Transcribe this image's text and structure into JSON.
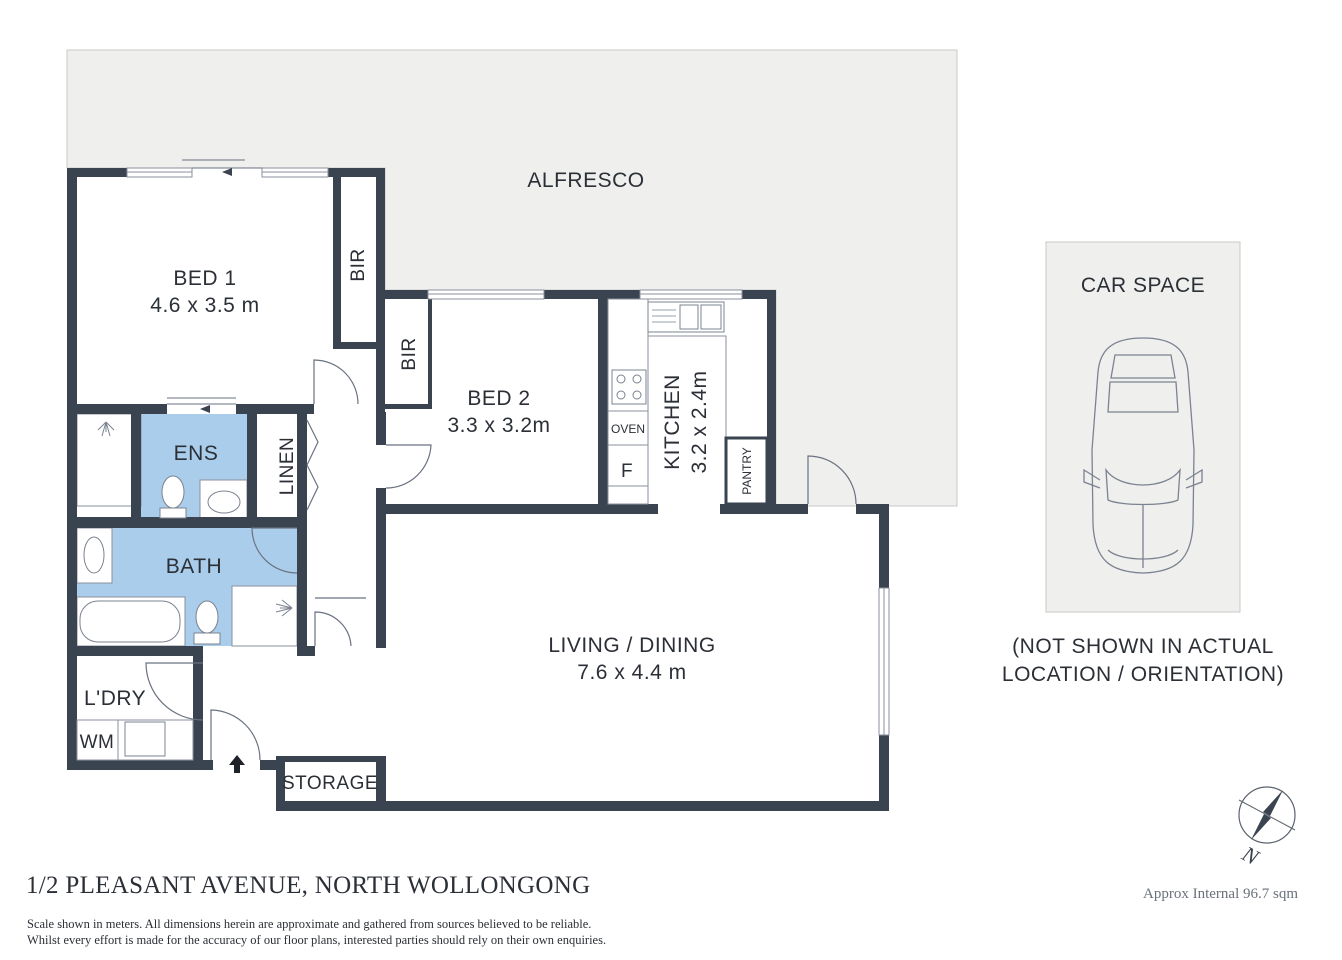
{
  "labels": {
    "alfresco": "ALFRESCO",
    "bed1": "BED 1",
    "bed1_size": "4.6 x 3.5 m",
    "bir": "BIR",
    "bed2": "BED 2",
    "bed2_size": "3.3 x 3.2m",
    "kitchen": "KITCHEN",
    "kitchen_size": "3.2 x 2.4m",
    "oven": "OVEN",
    "fridge": "F",
    "pantry": "PANTRY",
    "ens": "ENS",
    "linen": "LINEN",
    "bath": "BATH",
    "living": "LIVING / DINING",
    "living_size": "7.6 x 4.4 m",
    "laundry": "L'DRY",
    "wm": "WM",
    "storage": "STORAGE",
    "car_space": "CAR SPACE",
    "car_note_1": "(NOT SHOWN IN ACTUAL",
    "car_note_2": "LOCATION / ORIENTATION)",
    "north": "N"
  },
  "footer": {
    "address": "1/2 PLEASANT AVENUE, NORTH WOLLONGONG",
    "disclaimer_1": "Scale shown in meters. All dimensions herein are approximate and gathered from sources believed to be reliable.",
    "disclaimer_2": "Whilst every effort is made for the accuracy of our floor plans, interested parties should rely on their own enquiries.",
    "area": "Approx Internal 96.7 sqm"
  },
  "colors": {
    "wall": "#3a4350",
    "alfresco_fill": "#efefed",
    "wet_area_fill": "#a9cdea",
    "text": "#2b2f36"
  },
  "icons": [
    "entry-arrow-icon",
    "north-compass-icon",
    "car-icon",
    "shower-icon",
    "toilet-icon",
    "basin-icon",
    "bathtub-icon",
    "cooktop-icon",
    "sink-icon"
  ]
}
